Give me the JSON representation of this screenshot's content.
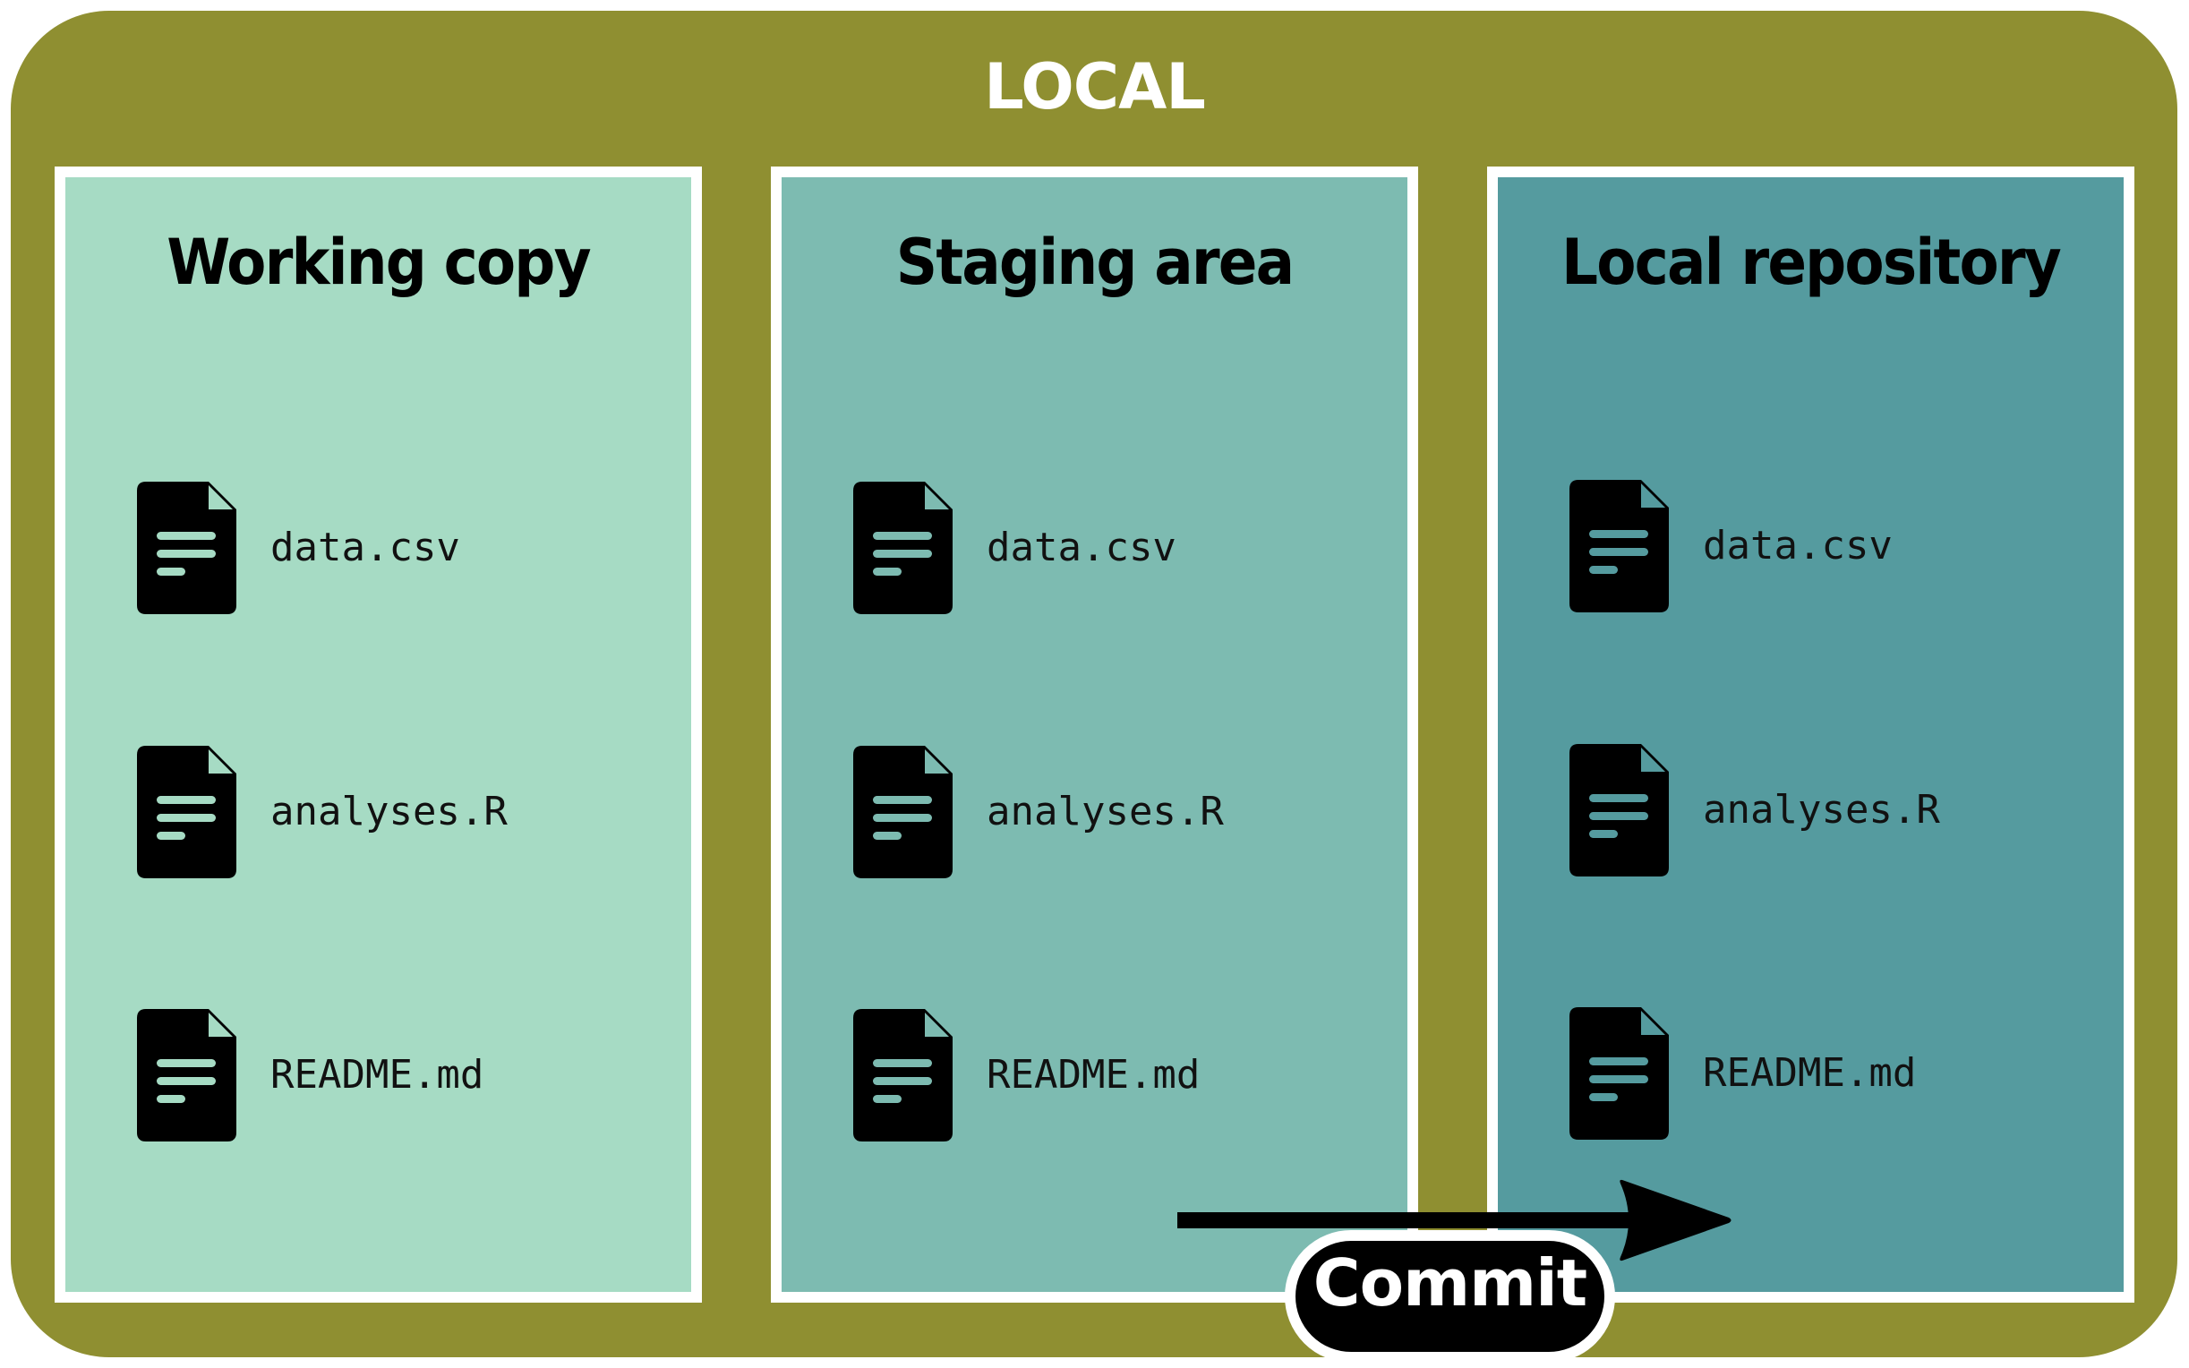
{
  "diagram": {
    "title": "LOCAL",
    "colors": {
      "outer": "#8f8f31",
      "working_copy": "#a6dbc4",
      "staging_area": "#7dbbb1",
      "local_repository": "#559b9f"
    },
    "panels": [
      {
        "title": "Working copy",
        "files": [
          {
            "name": "data.csv",
            "icon": "document-icon"
          },
          {
            "name": "analyses.R",
            "icon": "document-icon"
          },
          {
            "name": "README.md",
            "icon": "document-icon"
          }
        ]
      },
      {
        "title": "Staging area",
        "files": [
          {
            "name": "data.csv",
            "icon": "document-icon"
          },
          {
            "name": "analyses.R",
            "icon": "document-icon"
          },
          {
            "name": "README.md",
            "icon": "document-icon"
          }
        ]
      },
      {
        "title": "Local repository",
        "files": [
          {
            "name": "data.csv",
            "icon": "document-icon"
          },
          {
            "name": "analyses.R",
            "icon": "document-icon"
          },
          {
            "name": "README.md",
            "icon": "document-icon"
          }
        ]
      }
    ],
    "arrow": {
      "label": "Commit",
      "from": "Staging area",
      "to": "Local repository"
    }
  }
}
